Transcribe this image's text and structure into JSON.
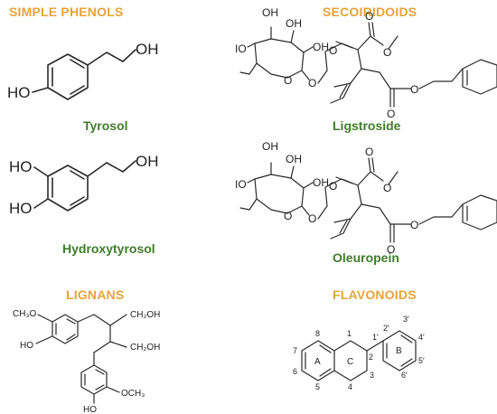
{
  "categories": {
    "simple_phenols": "SIMPLE PHENOLS",
    "secoiridoids": "SECOIRIDOIDS",
    "lignans": "LIGNANS",
    "flavonoids": "FLAVONOIDS"
  },
  "compounds": {
    "tyrosol": "Tyrosol",
    "hydroxytyrosol": "Hydroxytyrosol",
    "ligstroside": "Ligstroside",
    "oleuropein": "Oleuropein"
  },
  "atoms": {
    "oh": "OH",
    "ho": "HO",
    "o": "O",
    "io": "IO",
    "ch2oh": "CH₂OH",
    "ch3o": "CH₃O",
    "och3": "OCH₃"
  },
  "flavonoid_labels": {
    "ring_a": "A",
    "ring_b": "B",
    "ring_c": "C",
    "n1": "1",
    "n2": "2",
    "n3": "3",
    "n4": "4",
    "n5": "5",
    "n6": "6",
    "n7": "7",
    "n8": "8",
    "n1p": "1′",
    "n2p": "2′",
    "n3p": "3′",
    "n4p": "4′",
    "n5p": "5′",
    "n6p": "6′"
  },
  "colors": {
    "category": "#e8a33a",
    "compound": "#3f7d2b",
    "bond": "#2a2a2a"
  }
}
